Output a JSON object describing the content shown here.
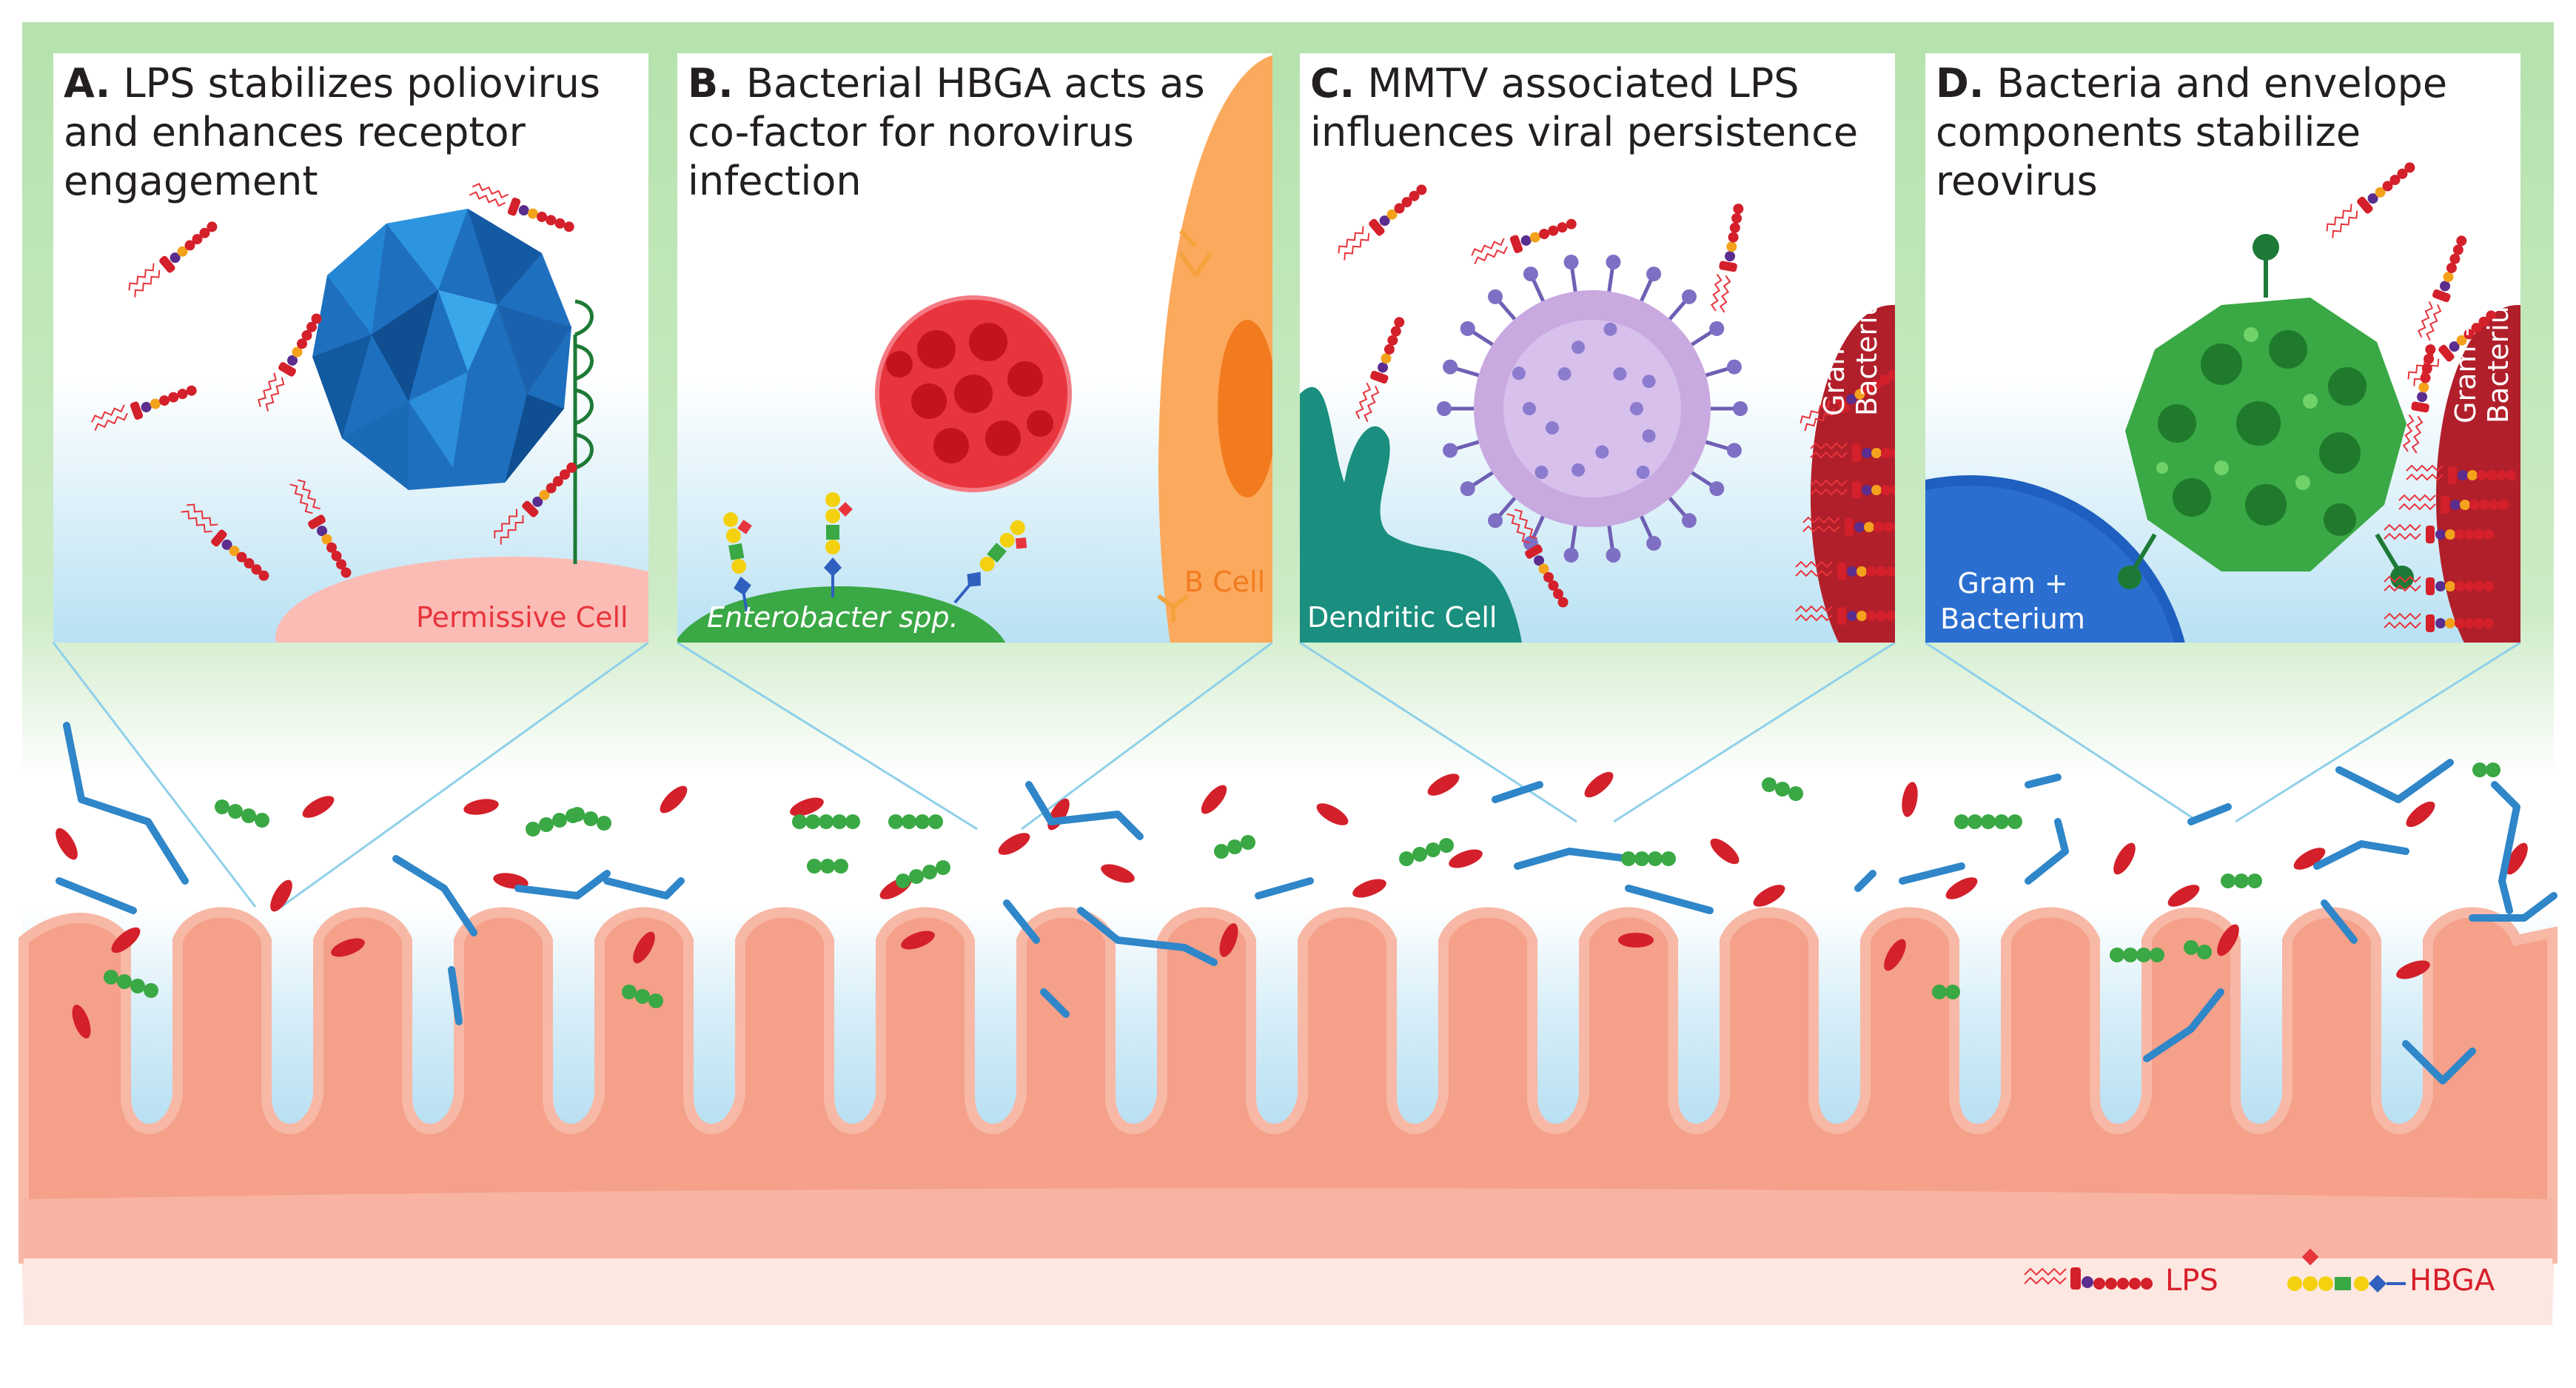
{
  "panels": [
    {
      "letter": "A.",
      "title": "LPS stabilizes poliovirus and enhances receptor engagement",
      "cells": [
        {
          "text": "Permissive Cell",
          "color": "#e8343c"
        }
      ]
    },
    {
      "letter": "B.",
      "title": "Bacterial HBGA acts as co-factor for norovirus infection",
      "cells": [
        {
          "text": "Enterobacter spp.",
          "color": "#ffffff"
        },
        {
          "text": "B Cell",
          "color": "#f27b1f"
        }
      ]
    },
    {
      "letter": "C.",
      "title": "MMTV associated LPS influences viral persistence",
      "cells": [
        {
          "text": "Dendritic Cell",
          "color": "#ffffff"
        },
        {
          "text": "Gram - Bacterium",
          "color": "#ffffff"
        }
      ]
    },
    {
      "letter": "D.",
      "title": "Bacteria and envelope components stabilize reovirus",
      "cells": [
        {
          "text": "Gram + Bacterium",
          "color": "#ffffff"
        },
        {
          "text": "Gram - Bacterium",
          "color": "#ffffff"
        }
      ]
    }
  ],
  "legend": {
    "lps_label": "LPS",
    "hbga_label": "HBGA",
    "text_color": "#d71f2a"
  },
  "colors": {
    "frame_green": "#b9e4b2",
    "intestine_pink": "#f5a089",
    "lumen_blue": "#bfe3f3",
    "bacteria_green": "#3aa844",
    "lps_red": "#d3202a",
    "hbga_blue": "#2f86c8"
  }
}
